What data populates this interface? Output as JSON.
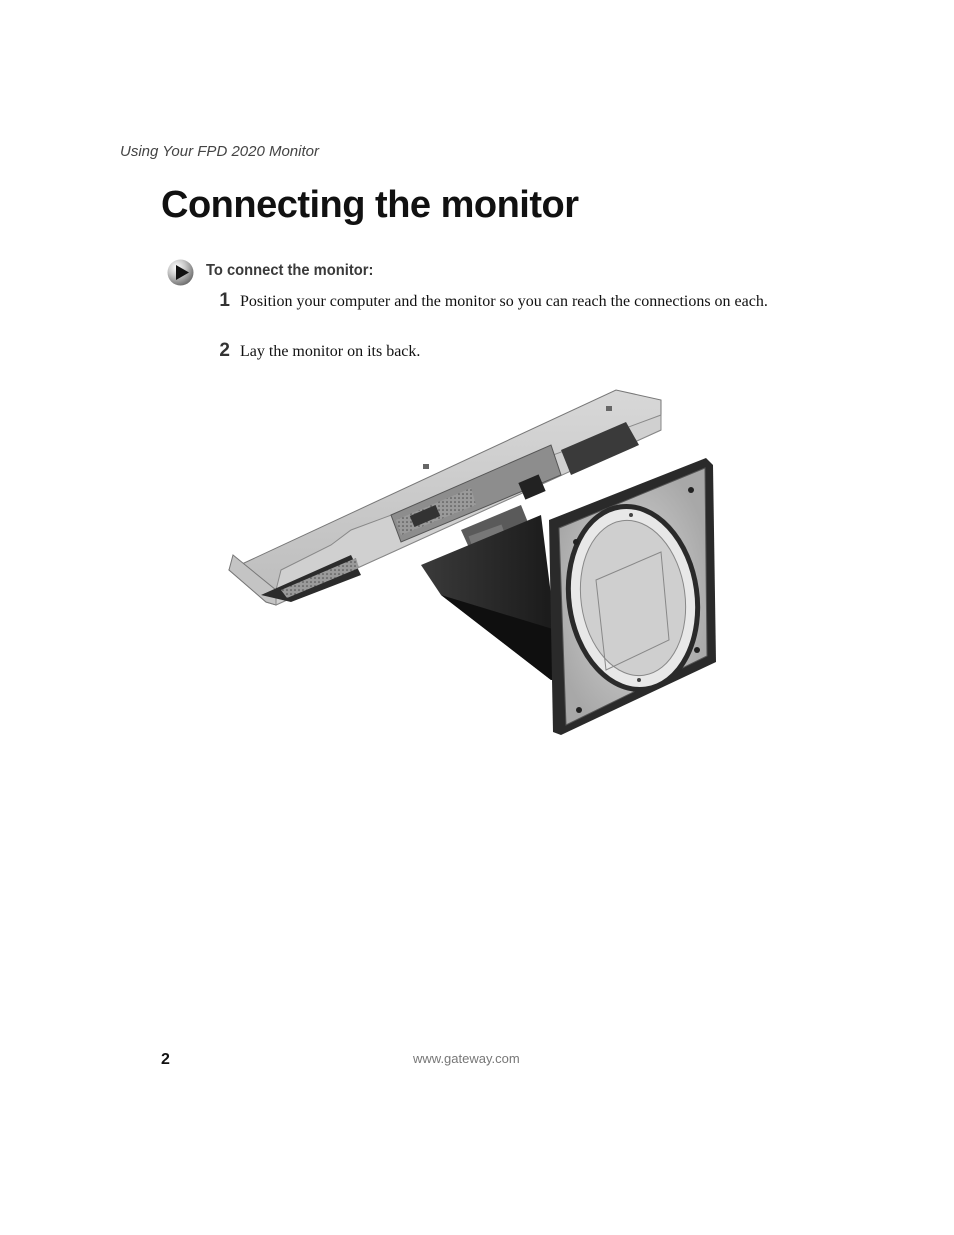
{
  "header": {
    "running_title": "Using Your FPD 2020 Monitor"
  },
  "main": {
    "title": "Connecting the monitor",
    "procedure": {
      "icon": "arrow-bullet-icon",
      "heading": "To connect the monitor:",
      "steps": [
        {
          "number": "1",
          "text": "Position your computer and the monitor so you can reach the connections on each."
        },
        {
          "number": "2",
          "text": "Lay the monitor on its back."
        }
      ]
    },
    "figure": {
      "icon": "monitor-on-back-photo"
    }
  },
  "footer": {
    "page_number": "2",
    "url": "www.gateway.com"
  }
}
